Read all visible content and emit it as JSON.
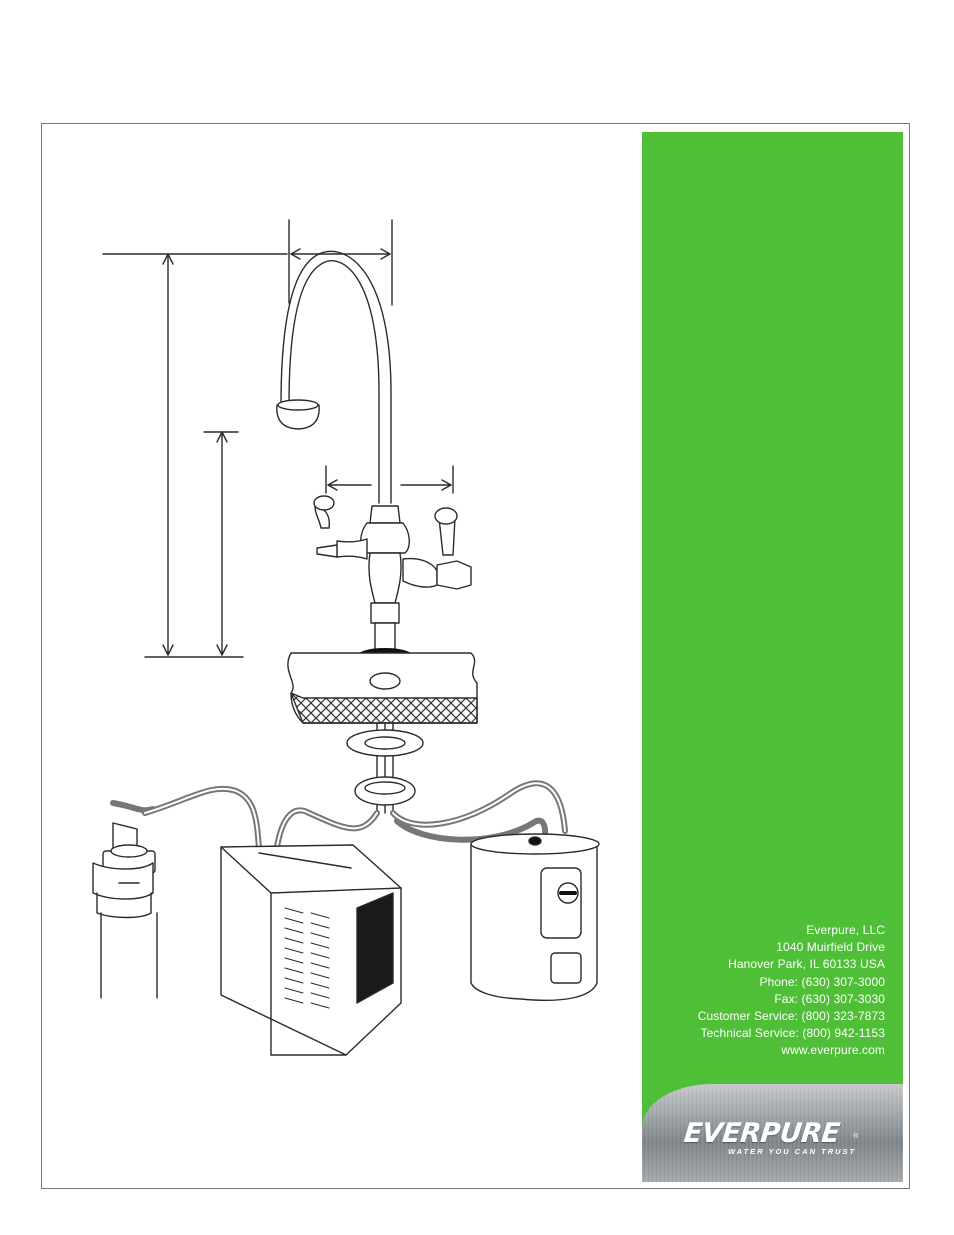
{
  "contact": {
    "company": "Everpure, LLC",
    "street": "1040 Muirfield Drive",
    "city": "Hanover Park, IL 60133 USA",
    "phone": "Phone: (630) 307-3000",
    "fax": "Fax: (630) 307-3030",
    "customer_service": "Customer Service: (800) 323-7873",
    "technical_service": "Technical Service: (800) 942-1153",
    "website": "www.everpure.com"
  },
  "logo": {
    "wordmark": "EVERPURE",
    "registered": "®",
    "tagline": "WATER YOU CAN TRUST"
  },
  "colors": {
    "panel_green": "#4ebf37",
    "frame_gray": "#7a7a7a",
    "line_art": "#2b2b2b"
  }
}
